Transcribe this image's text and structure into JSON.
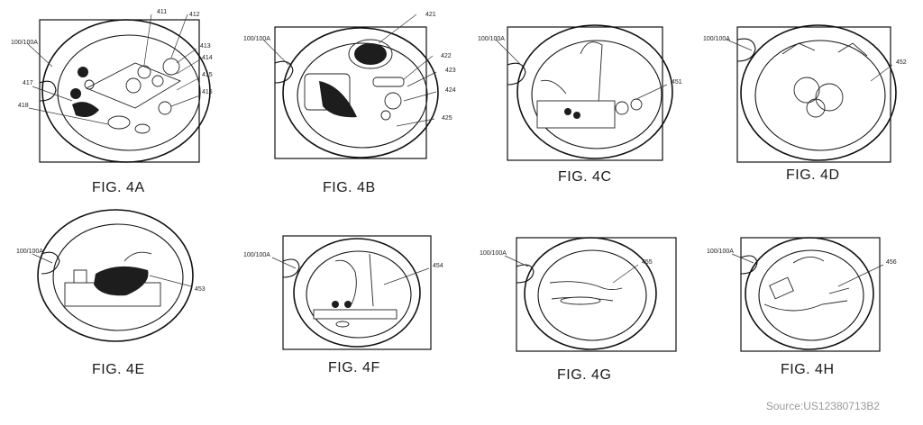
{
  "figures": [
    {
      "id": "4A",
      "caption": "FIG. 4A",
      "device_label": "100/100A",
      "refs": [
        "411",
        "412",
        "413",
        "414",
        "415",
        "416",
        "417",
        "418"
      ]
    },
    {
      "id": "4B",
      "caption": "FIG. 4B",
      "device_label": "100/100A",
      "refs": [
        "421",
        "422",
        "423",
        "424",
        "425"
      ]
    },
    {
      "id": "4C",
      "caption": "FIG. 4C",
      "device_label": "100/100A",
      "refs": [
        "451"
      ]
    },
    {
      "id": "4D",
      "caption": "FIG. 4D",
      "device_label": "100/100A",
      "refs": [
        "452"
      ]
    },
    {
      "id": "4E",
      "caption": "FIG. 4E",
      "device_label": "100/100A",
      "refs": [
        "453"
      ]
    },
    {
      "id": "4F",
      "caption": "FIG. 4F",
      "device_label": "100/100A",
      "refs": [
        "454"
      ]
    },
    {
      "id": "4G",
      "caption": "FIG. 4G",
      "device_label": "100/100A",
      "refs": [
        "455"
      ]
    },
    {
      "id": "4H",
      "caption": "FIG. 4H",
      "device_label": "100/100A",
      "refs": [
        "456"
      ]
    }
  ],
  "source": "Source:US12380713B2"
}
